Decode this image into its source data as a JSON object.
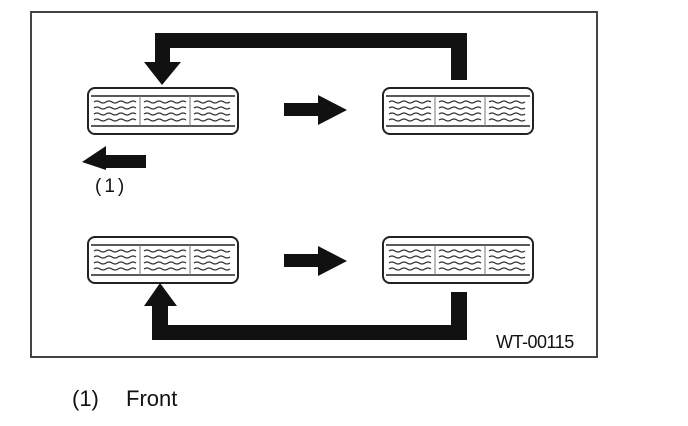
{
  "diagram": {
    "callout": "(1)",
    "figure_code": "WT-00115",
    "colors": {
      "frame": "#444444",
      "arrow": "#111111",
      "tire": "#222222"
    }
  },
  "legend": [
    {
      "number": "(1)",
      "label": "Front"
    }
  ]
}
